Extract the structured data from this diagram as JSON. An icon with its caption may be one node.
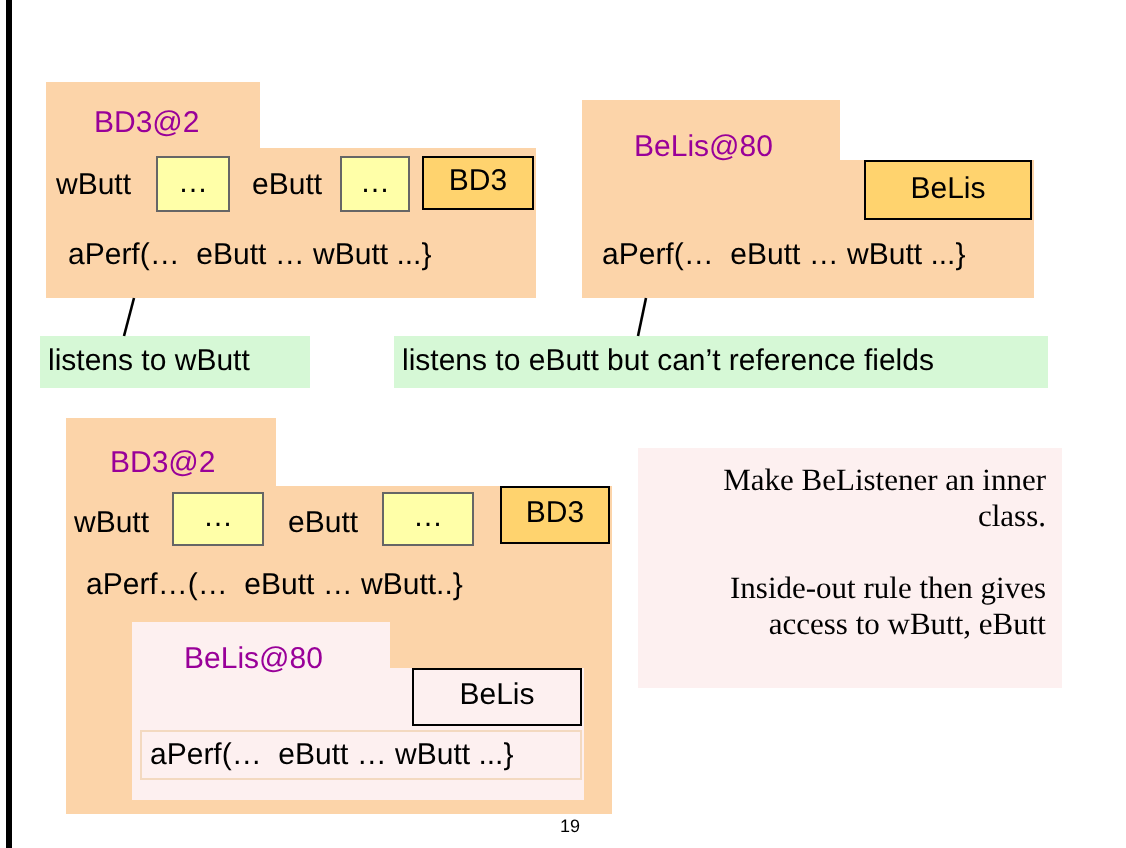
{
  "diagram": {
    "nodes": [
      {
        "text": [
          "BD3@2",
          "wButt",
          "eButt",
          "aPerf(…  eButt … wButt ...}"
        ]
      },
      {
        "text": [
          "…"
        ],
        "in": 0
      },
      {
        "text": [
          "…"
        ],
        "in": 0
      },
      {
        "text": [
          "BD3"
        ],
        "in": 0
      },
      {
        "text": [
          "BeLis@80",
          "aPerf(…  eButt … wButt ...}"
        ]
      },
      {
        "text": [
          "BeLis"
        ],
        "in": 4
      },
      {
        "text": [
          "listens to wButt"
        ]
      },
      {
        "text": [
          "listens to eButt but can’t reference fields"
        ]
      },
      {
        "text": [
          "BD3@2",
          "wButt",
          "eButt",
          "aPerf…(…  eButt … wButt..}"
        ]
      },
      {
        "text": [
          "…"
        ],
        "in": 8
      },
      {
        "text": [
          "…"
        ],
        "in": 8
      },
      {
        "text": [
          "BD3"
        ],
        "in": 8
      },
      {
        "text": [
          "BeLis@80"
        ],
        "in": 8
      },
      {
        "text": [
          "BeLis"
        ],
        "in": 12
      },
      {
        "text": [
          "aPerf(…  eButt … wButt ...}"
        ],
        "in": 12
      },
      {
        "text": [
          "Make BeListener an inner class.",
          "Inside-out rule then gives access to wButt, eButt"
        ]
      }
    ],
    "edges": [
      {
        "from": 6,
        "to": 0,
        "arrow": "none"
      },
      {
        "from": 7,
        "to": 4,
        "arrow": "none"
      }
    ],
    "labels": [
      "19"
    ]
  }
}
